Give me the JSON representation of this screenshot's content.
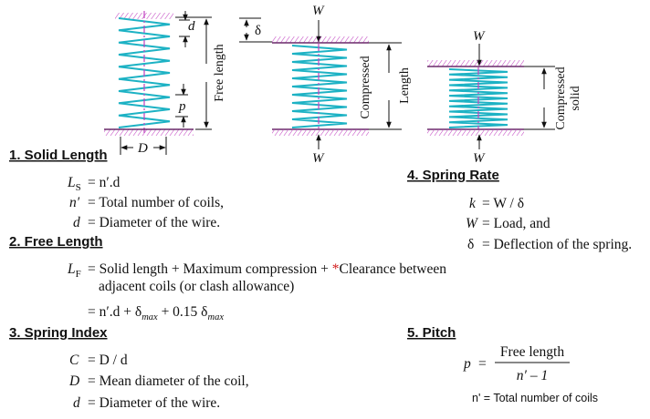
{
  "diagram": {
    "labels": {
      "d": "d",
      "p": "p",
      "D": "D",
      "free_length": "Free length",
      "delta": "δ",
      "W": "W",
      "compressed": "Compressed",
      "length": "Length",
      "compressed_solid_1": "Compressed",
      "compressed_solid_2": "solid"
    }
  },
  "sections": {
    "solid_length": {
      "heading": "1. Solid Length",
      "lines": [
        {
          "lhs": "L",
          "sub": "S",
          "rhs": "= n′.d"
        },
        {
          "lhs": "n′",
          "rhs": "= Total number of coils,"
        },
        {
          "lhs": "d",
          "rhs": "= Diameter of the wire."
        }
      ]
    },
    "free_length": {
      "heading": "2. Free Length",
      "lhs": "L",
      "sub": "F",
      "line1_a": "= Solid length + Maximum compression + ",
      "line1_star": "*",
      "line1_b": "Clearance between",
      "line2": "adjacent coils (or clash allowance)",
      "line3_a": "= n′.d + δ",
      "line3_sub1": "max",
      "line3_b": " + 0.15 δ",
      "line3_sub2": "max"
    },
    "spring_index": {
      "heading": "3. Spring Index",
      "lines": [
        {
          "lhs": "C",
          "rhs": "= D / d"
        },
        {
          "lhs": "D",
          "rhs": "= Mean diameter of the coil,"
        },
        {
          "lhs": "d",
          "rhs": "= Diameter of the wire."
        }
      ]
    },
    "spring_rate": {
      "heading": "4. Spring Rate",
      "lines": [
        {
          "lhs": "k",
          "rhs": "= W / δ"
        },
        {
          "lhs": "W",
          "rhs": "= Load, and"
        },
        {
          "lhs": "δ",
          "rhs": "= Deflection of the spring."
        }
      ]
    },
    "pitch": {
      "heading": "5. Pitch",
      "lhs": "p",
      "eq": "=",
      "numerator": "Free length",
      "denominator": "n′ – 1",
      "note": "n' = Total number of coils"
    }
  },
  "colors": {
    "coil": "#1db2c4",
    "hatch": "#c040c0",
    "asterisk": "#d21b1b"
  }
}
